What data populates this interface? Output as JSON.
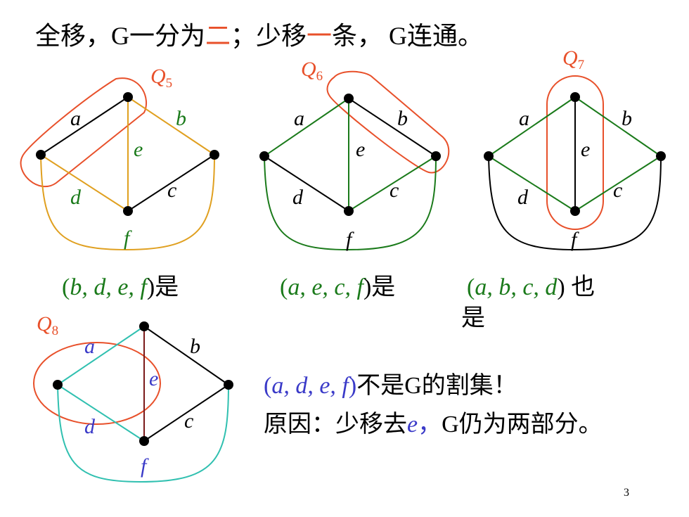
{
  "heading": {
    "part1": "全移，G一分为",
    "part2": "二",
    "part3": "；少移",
    "part4": "一",
    "part5": "条， G连通。"
  },
  "graphs": [
    {
      "q_letter": "Q",
      "q_sub": "5",
      "edges": {
        "a": "a",
        "b": "b",
        "c": "c",
        "d": "d",
        "e": "e",
        "f": "f"
      }
    },
    {
      "q_letter": "Q",
      "q_sub": "6",
      "edges": {
        "a": "a",
        "b": "b",
        "c": "c",
        "d": "d",
        "e": "e",
        "f": "f"
      }
    },
    {
      "q_letter": "Q",
      "q_sub": "7",
      "edges": {
        "a": "a",
        "b": "b",
        "c": "c",
        "d": "d",
        "e": "e",
        "f": "f"
      }
    },
    {
      "q_letter": "Q",
      "q_sub": "8",
      "edges": {
        "a": "a",
        "b": "b",
        "c": "c",
        "d": "d",
        "e": "e",
        "f": "f"
      }
    }
  ],
  "captions": {
    "c1_open": "(",
    "c1_set": "b, d, e, f",
    "c1_close": ")是",
    "c2_open": "(",
    "c2_set": "a, e, c, f",
    "c2_close": ")是",
    "c3_open": "(",
    "c3_set": "a, b, c, d",
    "c3_close": ") 也",
    "c3_line2": "是"
  },
  "explanation": {
    "line1_open": "(",
    "line1_set": "a, d, e, f",
    "line1_close": ")",
    "line1_tail": "不是G的割集！",
    "line2_head": "原因：少移去",
    "line2_edge": "e",
    "line2_comma": "，",
    "line2_tail": "G仍为两部分。"
  },
  "page_number": "3",
  "colors": {
    "red": "#e8502a",
    "orange": "#e0a020",
    "green": "#1a7a1a",
    "teal": "#30c0b0",
    "brown": "#7a1a1a",
    "blue": "#3a3ac8"
  }
}
